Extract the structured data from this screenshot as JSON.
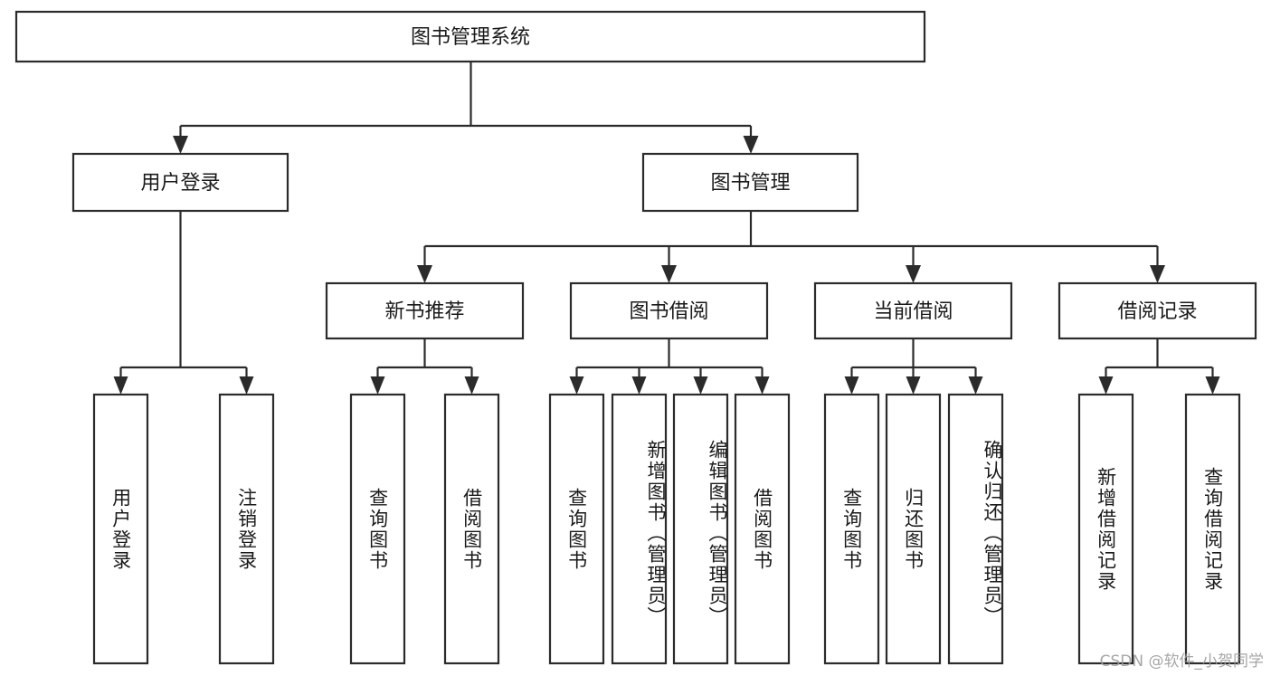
{
  "diagram": {
    "type": "tree-hierarchy-flowchart",
    "title": "图书管理系统",
    "watermark": "CSDN @软件_小贺同学",
    "colors": {
      "stroke": "#2b2b2b",
      "fill": "#ffffff",
      "text": "#1a1a1a",
      "watermark": "#9a9a9a"
    },
    "levels": {
      "root": {
        "label": "图书管理系统"
      },
      "level2": [
        {
          "label": "用户登录"
        },
        {
          "label": "图书管理"
        }
      ],
      "level3": [
        {
          "label": "新书推荐"
        },
        {
          "label": "图书借阅"
        },
        {
          "label": "当前借阅"
        },
        {
          "label": "借阅记录"
        }
      ],
      "leaves": [
        {
          "label": "用户登录"
        },
        {
          "label": "注销登录"
        },
        {
          "label": "查询图书"
        },
        {
          "label": "借阅图书"
        },
        {
          "label": "查询图书"
        },
        {
          "label": "新增图书（管理员）"
        },
        {
          "label": "编辑图书（管理员）"
        },
        {
          "label": "借阅图书"
        },
        {
          "label": "查询图书"
        },
        {
          "label": "归还图书"
        },
        {
          "label": "确认归还（管理员）"
        },
        {
          "label": "新增借阅记录"
        },
        {
          "label": "查询借阅记录"
        }
      ]
    },
    "edges": [
      {
        "from": "图书管理系统",
        "to": "用户登录"
      },
      {
        "from": "图书管理系统",
        "to": "图书管理"
      },
      {
        "from": "用户登录",
        "to": "用户登录"
      },
      {
        "from": "用户登录",
        "to": "注销登录"
      },
      {
        "from": "图书管理",
        "to": "新书推荐"
      },
      {
        "from": "图书管理",
        "to": "图书借阅"
      },
      {
        "from": "图书管理",
        "to": "当前借阅"
      },
      {
        "from": "图书管理",
        "to": "借阅记录"
      },
      {
        "from": "新书推荐",
        "to": "查询图书"
      },
      {
        "from": "新书推荐",
        "to": "借阅图书"
      },
      {
        "from": "图书借阅",
        "to": "查询图书"
      },
      {
        "from": "图书借阅",
        "to": "新增图书（管理员）"
      },
      {
        "from": "图书借阅",
        "to": "编辑图书（管理员）"
      },
      {
        "from": "图书借阅",
        "to": "借阅图书"
      },
      {
        "from": "当前借阅",
        "to": "查询图书"
      },
      {
        "from": "当前借阅",
        "to": "归还图书"
      },
      {
        "from": "当前借阅",
        "to": "确认归还（管理员）"
      },
      {
        "from": "借阅记录",
        "to": "新增借阅记录"
      },
      {
        "from": "借阅记录",
        "to": "查询借阅记录"
      }
    ]
  }
}
